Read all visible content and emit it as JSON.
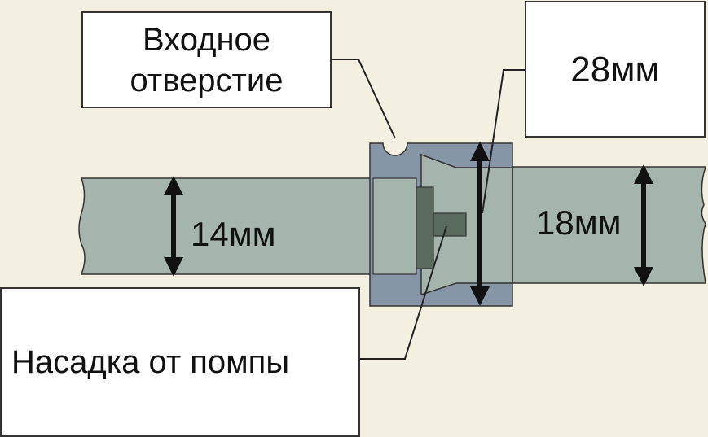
{
  "labels": {
    "inlet": "Входное отверстие",
    "dim_28": "28мм",
    "dim_14": "14мм",
    "dim_18": "18мм",
    "nozzle": "Насадка от помпы"
  },
  "colors": {
    "background": "#f3efe1",
    "pipe": "#a6b4ae",
    "coupling": "#8796a6",
    "nozzle_dark": "#5b6a5e",
    "outline": "#333333",
    "box_fill": "#ffffff"
  }
}
